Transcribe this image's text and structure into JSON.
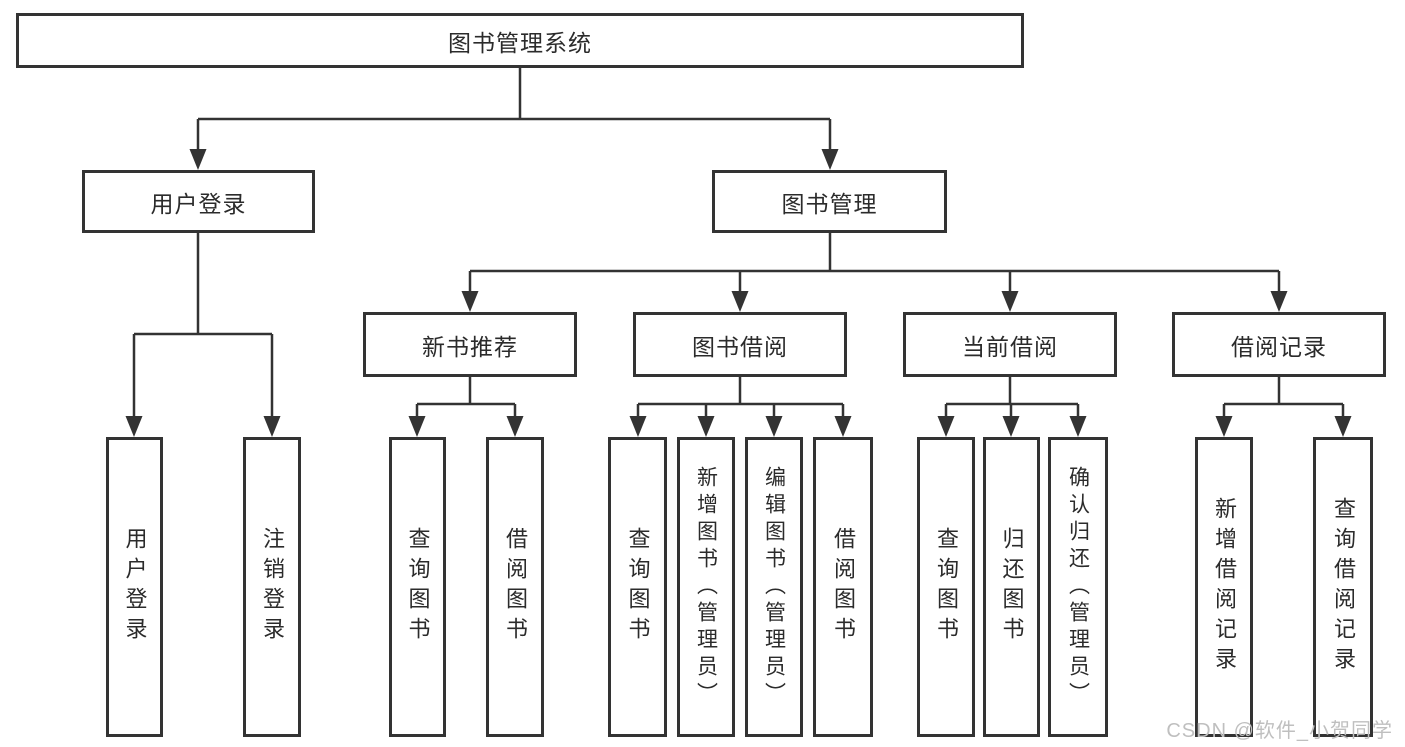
{
  "diagram": {
    "root": {
      "label": "图书管理系统"
    },
    "branches": [
      {
        "label": "用户登录"
      },
      {
        "label": "图书管理"
      }
    ],
    "modules": [
      {
        "label": "新书推荐"
      },
      {
        "label": "图书借阅"
      },
      {
        "label": "当前借阅"
      },
      {
        "label": "借阅记录"
      }
    ],
    "leaves": [
      {
        "label": "用户登录"
      },
      {
        "label": "注销登录"
      },
      {
        "label": "查询图书"
      },
      {
        "label": "借阅图书"
      },
      {
        "label": "查询图书"
      },
      {
        "label": "新增图书（管理员）"
      },
      {
        "label": "编辑图书（管理员）"
      },
      {
        "label": "借阅图书"
      },
      {
        "label": "查询图书"
      },
      {
        "label": "归还图书"
      },
      {
        "label": "确认归还（管理员）"
      },
      {
        "label": "新增借阅记录"
      },
      {
        "label": "查询借阅记录"
      }
    ]
  },
  "watermark": "CSDN @软件_小贺同学",
  "colors": {
    "line": "#333333",
    "box_border": "#333333",
    "text": "#2b2b2b",
    "watermark": "#bfbfbf",
    "background": "#ffffff"
  }
}
